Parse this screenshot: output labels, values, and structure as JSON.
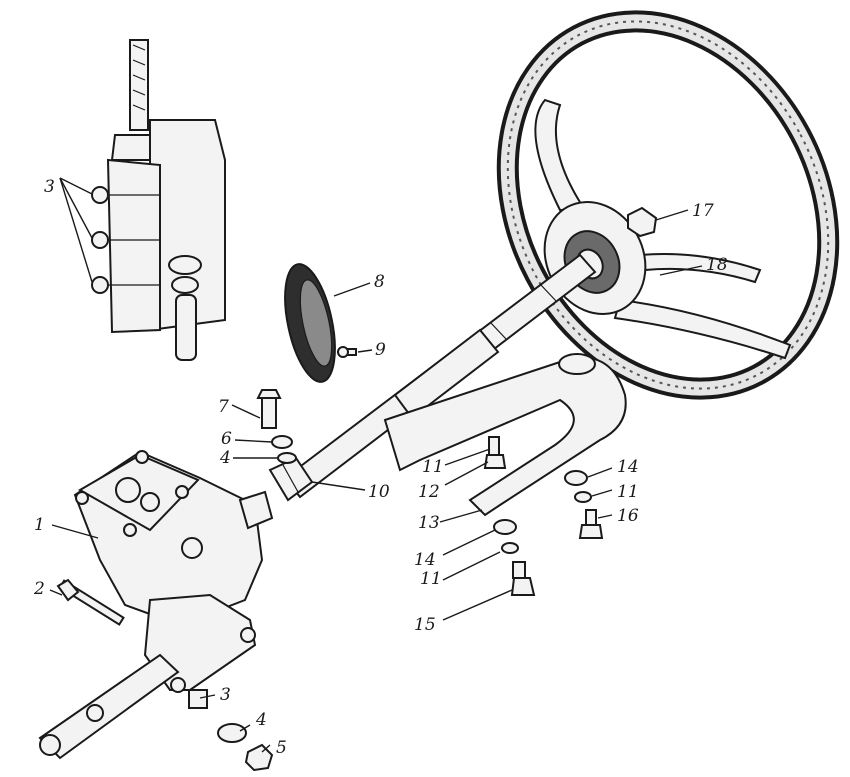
{
  "callouts": [
    {
      "id": "1",
      "text": "1"
    },
    {
      "id": "2",
      "text": "2"
    },
    {
      "id": "3a",
      "text": "3"
    },
    {
      "id": "3b",
      "text": "3"
    },
    {
      "id": "4a",
      "text": "4"
    },
    {
      "id": "4b",
      "text": "4"
    },
    {
      "id": "5",
      "text": "5"
    },
    {
      "id": "6",
      "text": "6"
    },
    {
      "id": "7",
      "text": "7"
    },
    {
      "id": "8",
      "text": "8"
    },
    {
      "id": "9",
      "text": "9"
    },
    {
      "id": "10",
      "text": "10"
    },
    {
      "id": "11a",
      "text": "11"
    },
    {
      "id": "11b",
      "text": "11"
    },
    {
      "id": "11c",
      "text": "11"
    },
    {
      "id": "12",
      "text": "12"
    },
    {
      "id": "13",
      "text": "13"
    },
    {
      "id": "14a",
      "text": "14"
    },
    {
      "id": "14b",
      "text": "14"
    },
    {
      "id": "15",
      "text": "15"
    },
    {
      "id": "16",
      "text": "16"
    },
    {
      "id": "17",
      "text": "17"
    },
    {
      "id": "18",
      "text": "18"
    }
  ]
}
